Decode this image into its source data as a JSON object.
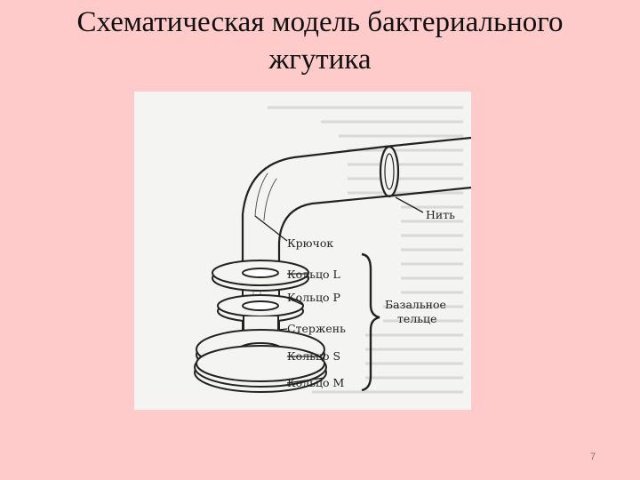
{
  "slide": {
    "title_line1": "Схематическая модель бактериального",
    "title_line2": "жгутика",
    "page_number": "7"
  },
  "diagram": {
    "labels": {
      "filament": "Нить",
      "hook": "Крючок",
      "ring_l": "Кольцо L",
      "ring_p": "Кольцо P",
      "rod": "Стержень",
      "ring_s": "Кольцо S",
      "ring_m": "Кольцо M",
      "basal_body_line1": "Базальное",
      "basal_body_line2": "тельце"
    },
    "colors": {
      "slide_background": "#fecaca",
      "panel_background": "#f4f4f2",
      "ink": "#222222"
    }
  }
}
